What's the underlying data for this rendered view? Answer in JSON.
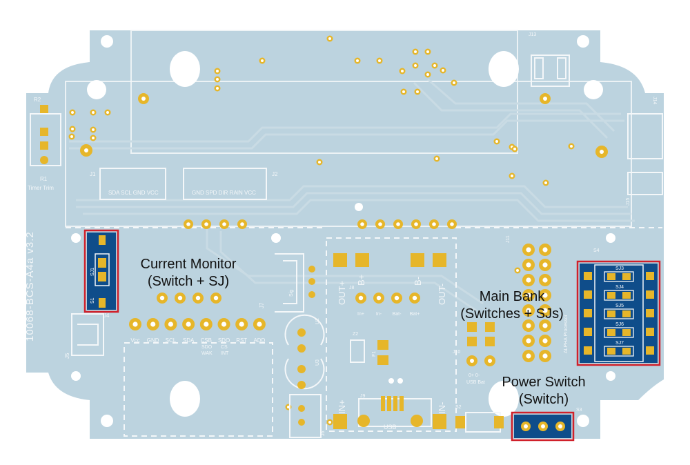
{
  "colors": {
    "background": "#ffffff",
    "board": "#bcd3df",
    "board_edge": "#a9c3d1",
    "trace": "#c9dbe4",
    "silkscreen": "#f4f7f9",
    "pad_gold": "#e6b62a",
    "pad_gold_dark": "#b8860b",
    "hole": "#ffffff",
    "callout_box": "#d0202a",
    "dark_part": "#0f4d8a",
    "callout_text": "#111111"
  },
  "board_labels": {
    "r2": "R2",
    "r1": "R1",
    "timer_trim": "Timer Trim",
    "j1": "J1",
    "j1_pins": "SDA  SCL  GND  VCC",
    "j2": "J2",
    "j2_pins": "GND SPD  DIR RAIN VCC",
    "j13": "J13",
    "j14": "J14",
    "j15": "J15",
    "board_id": "10068-BCS-A4a v3.2",
    "sj1": "SJ1",
    "s1": "S1",
    "j4": "J4",
    "j5": "J5",
    "j7": "J7",
    "j7_pins": [
      "Vcc",
      "GND",
      "SCL",
      "SDA",
      "CSB",
      "SDO",
      "RST",
      "ADD"
    ],
    "j7_sub": [
      "SDO",
      "CS"
    ],
    "j7_sub2": [
      "WAK",
      "INT"
    ],
    "u2": "U2",
    "u3": "U3",
    "j6": "J6",
    "sig": "Sig",
    "j8": "J8",
    "j8_pins": [
      "In+",
      "In-",
      "Bat-",
      "Bat+"
    ],
    "out_plus": "OUT+",
    "b_plus": "B+",
    "b_minus": "B-",
    "out_minus": "OUT-",
    "in_plus": "IN+",
    "in_minus": "IN-",
    "z2": "Z2",
    "f1": "F1",
    "j9": "J9",
    "usb": "USB",
    "s2": "S2",
    "s3": "S3",
    "s4": "S4",
    "j10": "J10",
    "j10_pins": "0+  0-",
    "j10_sub": "USB Bat",
    "j11": "J11",
    "processor": "ALPHA Processor",
    "sj_labels": [
      "SJ3",
      "SJ4",
      "SJ5",
      "SJ6",
      "SJ7"
    ]
  },
  "callouts": {
    "current_monitor_title": "Current Monitor",
    "current_monitor_sub": "(Switch + SJ)",
    "main_bank_title": "Main Bank",
    "main_bank_sub": "(Switches + SJs)",
    "power_switch_title": "Power Switch",
    "power_switch_sub": "(Switch)"
  }
}
